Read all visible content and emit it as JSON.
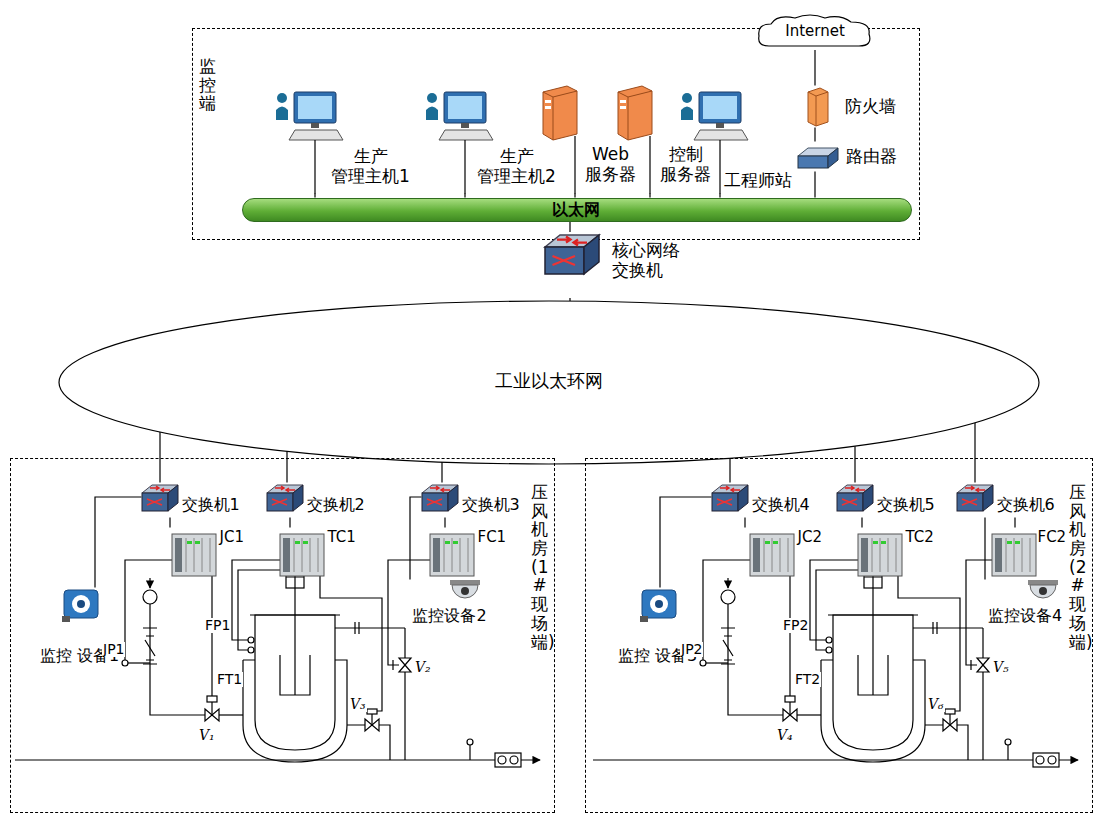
{
  "diagram": {
    "nodes": [
      {
        "text": [
          "监控端"
        ]
      },
      {
        "text": [
          "生产 管理主机1"
        ],
        "in": 0
      },
      {
        "text": [
          "生产 管理主机2"
        ],
        "in": 0
      },
      {
        "text": [
          "Web 服务器"
        ],
        "in": 0
      },
      {
        "text": [
          "控制 服务器"
        ],
        "in": 0
      },
      {
        "text": [
          "工程师站"
        ],
        "in": 0
      },
      {
        "text": [
          "路由器"
        ],
        "in": 0
      },
      {
        "text": [
          "防火墙"
        ],
        "in": 0
      },
      {
        "text": [
          "Internet"
        ]
      },
      {
        "text": [
          "以太网"
        ],
        "in": 0
      },
      {
        "text": [
          "核心网络 交换机"
        ]
      },
      {
        "text": [
          "工业以太环网"
        ]
      },
      {
        "text": [
          "压风机房(1#现场端)"
        ]
      },
      {
        "text": [
          "交换机1"
        ],
        "in": 12
      },
      {
        "text": [
          "交换机2"
        ],
        "in": 12
      },
      {
        "text": [
          "交换机3"
        ],
        "in": 12
      },
      {
        "text": [
          "JC1"
        ],
        "in": 12
      },
      {
        "text": [
          "TC1"
        ],
        "in": 12
      },
      {
        "text": [
          "FC1"
        ],
        "in": 12
      },
      {
        "text": [
          "监控 设备1"
        ],
        "in": 12
      },
      {
        "text": [
          "监控设备2"
        ],
        "in": 12
      },
      {
        "text": [
          "压风机房(2#现场端)"
        ]
      },
      {
        "text": [
          "交换机4"
        ],
        "in": 21
      },
      {
        "text": [
          "交换机5"
        ],
        "in": 21
      },
      {
        "text": [
          "交换机6"
        ],
        "in": 21
      },
      {
        "text": [
          "JC2"
        ],
        "in": 21
      },
      {
        "text": [
          "TC2"
        ],
        "in": 21
      },
      {
        "text": [
          "FC2"
        ],
        "in": 21
      },
      {
        "text": [
          "监控 设备3"
        ],
        "in": 21
      },
      {
        "text": [
          "监控设备4"
        ],
        "in": 21
      }
    ],
    "edges": [
      {
        "from": 8,
        "to": 7,
        "arrow": "none"
      },
      {
        "from": 7,
        "to": 6,
        "arrow": "none"
      },
      {
        "from": 6,
        "to": 9,
        "arrow": "none"
      },
      {
        "from": 1,
        "to": 9,
        "arrow": "none"
      },
      {
        "from": 2,
        "to": 9,
        "arrow": "none"
      },
      {
        "from": 3,
        "to": 9,
        "arrow": "none"
      },
      {
        "from": 4,
        "to": 9,
        "arrow": "none"
      },
      {
        "from": 5,
        "to": 9,
        "arrow": "none"
      },
      {
        "from": 9,
        "to": 10,
        "arrow": "none"
      },
      {
        "from": 10,
        "to": 11,
        "arrow": "none"
      },
      {
        "from": 11,
        "to": 13,
        "arrow": "none"
      },
      {
        "from": 11,
        "to": 14,
        "arrow": "none"
      },
      {
        "from": 11,
        "to": 15,
        "arrow": "none"
      },
      {
        "from": 11,
        "to": 22,
        "arrow": "none"
      },
      {
        "from": 11,
        "to": 23,
        "arrow": "none"
      },
      {
        "from": 11,
        "to": 24,
        "arrow": "none"
      },
      {
        "from": 13,
        "to": 16,
        "arrow": "none"
      },
      {
        "from": 14,
        "to": 17,
        "arrow": "none"
      },
      {
        "from": 15,
        "to": 18,
        "arrow": "none"
      },
      {
        "from": 13,
        "to": 19,
        "arrow": "none"
      },
      {
        "from": 15,
        "to": 20,
        "arrow": "none"
      },
      {
        "from": 22,
        "to": 25,
        "arrow": "none"
      },
      {
        "from": 23,
        "to": 26,
        "arrow": "none"
      },
      {
        "from": 24,
        "to": 27,
        "arrow": "none"
      },
      {
        "from": 22,
        "to": 28,
        "arrow": "none"
      },
      {
        "from": 24,
        "to": 29,
        "arrow": "none"
      }
    ],
    "labels": [
      "JP1",
      "FP1",
      "FT1",
      "V₁",
      "V₃",
      "V₂",
      "JP2",
      "FP2",
      "FT2",
      "V₄",
      "V₆",
      "V₅"
    ]
  }
}
